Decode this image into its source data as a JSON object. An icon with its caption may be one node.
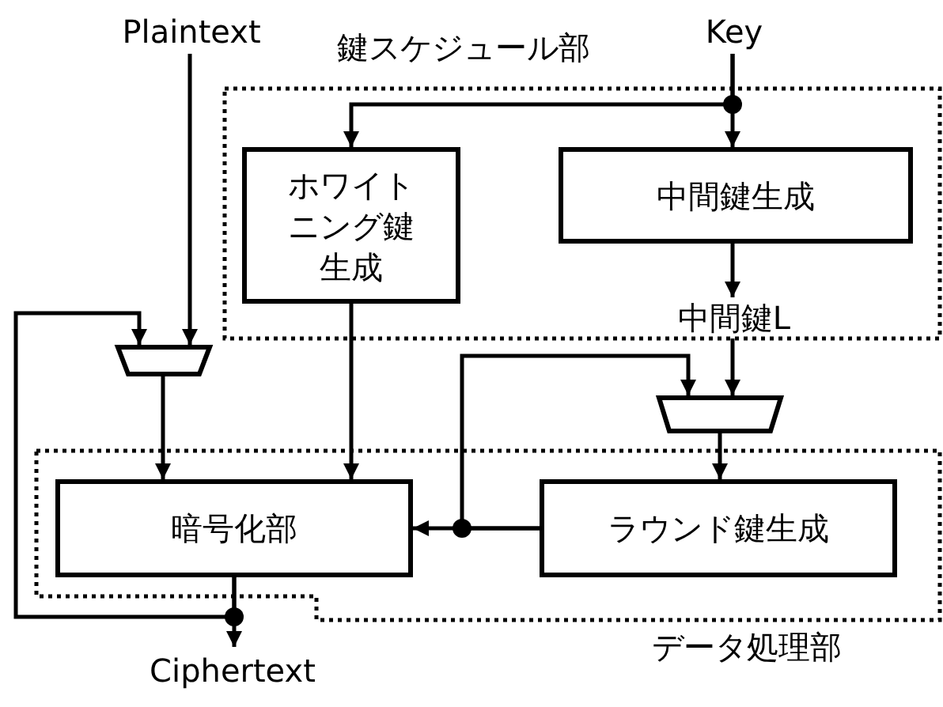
{
  "diagram": {
    "nodes": [
      {
        "text": [
          "Plaintext"
        ]
      },
      {
        "text": [
          "鍵スケジュール部"
        ]
      },
      {
        "text": [
          "Key"
        ]
      },
      {
        "text": [
          "ホワイトニング鍵生成"
        ],
        "in": 1
      },
      {
        "text": [
          "中間鍵生成"
        ],
        "in": 1
      },
      {
        "text": [
          "中間鍵L"
        ],
        "in": 1
      },
      {
        "text": [],
        "shape": "trapezoid"
      },
      {
        "text": [],
        "shape": "trapezoid"
      },
      {
        "text": [
          "データ処理部"
        ]
      },
      {
        "text": [
          "暗号化部"
        ],
        "in": 8
      },
      {
        "text": [
          "ラウンド鍵生成"
        ],
        "in": 8
      },
      {
        "text": [
          "Ciphertext"
        ]
      }
    ],
    "edges": [
      {
        "from": 0,
        "to": 6,
        "arrow": "to"
      },
      {
        "from": 2,
        "to": 3,
        "arrow": "to"
      },
      {
        "from": 2,
        "to": 4,
        "arrow": "to"
      },
      {
        "from": 4,
        "to": 5,
        "arrow": "to"
      },
      {
        "from": 3,
        "to": 9,
        "arrow": "to"
      },
      {
        "from": 6,
        "to": 9,
        "arrow": "to"
      },
      {
        "from": 5,
        "to": 7,
        "arrow": "to"
      },
      {
        "from": 10,
        "to": 9,
        "arrow": "to"
      },
      {
        "from": 10,
        "to": 7,
        "arrow": "to"
      },
      {
        "from": 7,
        "to": 10,
        "arrow": "to"
      },
      {
        "from": 9,
        "to": 11,
        "arrow": "to"
      },
      {
        "from": 9,
        "to": 6,
        "arrow": "to"
      }
    ]
  }
}
